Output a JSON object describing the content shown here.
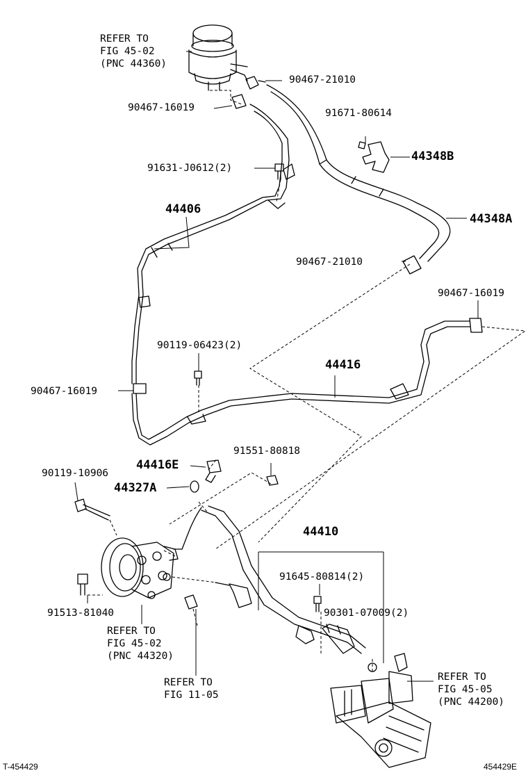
{
  "colors": {
    "line": "#000000",
    "background": "#ffffff"
  },
  "refs": {
    "reservoir": {
      "l1": "REFER TO",
      "l2": "FIG 45-02",
      "l3": "(PNC 44360)"
    },
    "pump": {
      "l1": "REFER TO",
      "l2": "FIG 45-02",
      "l3": "(PNC 44320)"
    },
    "fig1105": {
      "l1": "REFER TO",
      "l2": "FIG 11-05"
    },
    "gear": {
      "l1": "REFER TO",
      "l2": "FIG 45-05",
      "l3": "(PNC 44200)"
    }
  },
  "parts": {
    "p90467_21010_a": "90467-21010",
    "p90467_16019_a": "90467-16019",
    "p91671_80614": "91671-80614",
    "p44348B": "44348B",
    "p91631_J0612": "91631-J0612(2)",
    "p44406": "44406",
    "p44348A": "44348A",
    "p90467_21010_b": "90467-21010",
    "p90467_16019_b": "90467-16019",
    "p90119_06423": "90119-06423(2)",
    "p44416": "44416",
    "p90467_16019_c": "90467-16019",
    "p91551_80818": "91551-80818",
    "p44416E": "44416E",
    "p90119_10906": "90119-10906",
    "p44327A": "44327A",
    "p44410": "44410",
    "p91645_80814": "91645-80814(2)",
    "p90301_07009": "90301-07009(2)",
    "p91513_81040": "91513-81040"
  },
  "footer": {
    "left_id": "T-454429",
    "right_id": "454429E"
  }
}
